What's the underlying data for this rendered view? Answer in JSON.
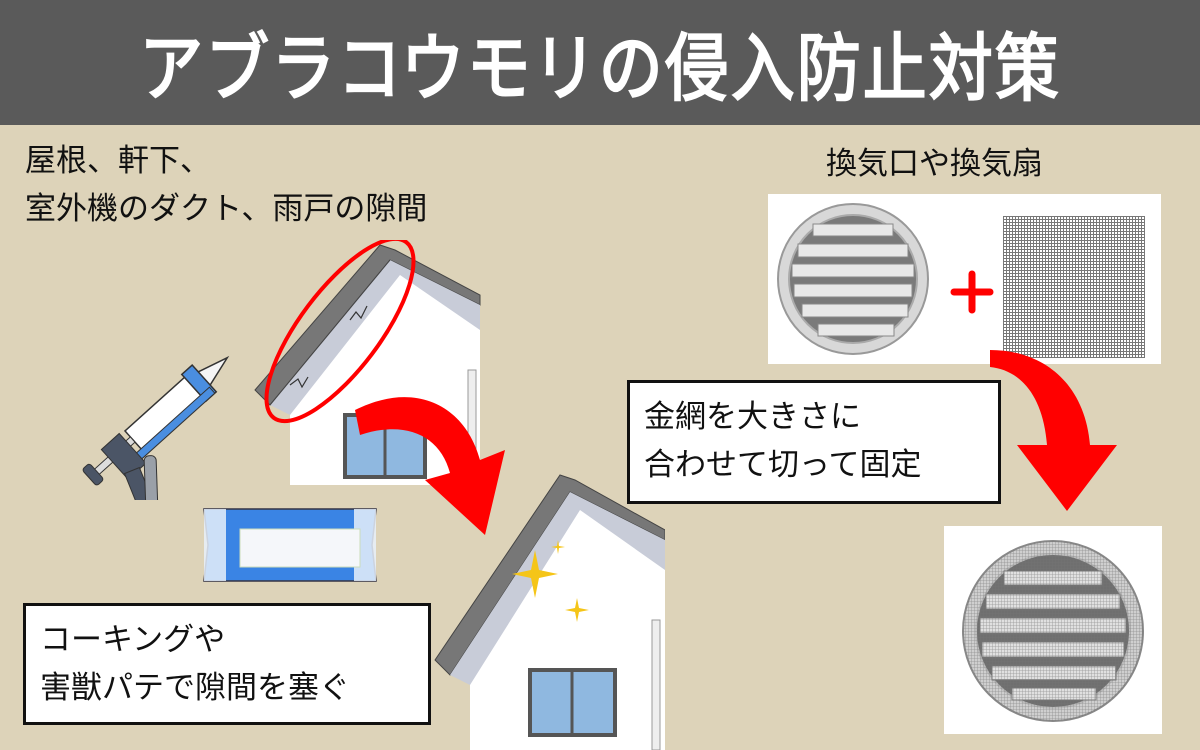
{
  "header": {
    "title": "アブラコウモリの侵入防止対策"
  },
  "left_section": {
    "caption_line1": "屋根、軒下、",
    "caption_line2": "室外機のダクト、雨戸の隙間",
    "callout_line1": "コーキングや",
    "callout_line2": "害獣パテで隙間を塞ぐ",
    "illustrations": [
      "caulking-gun",
      "pest-putty-pack",
      "house-eaves-cracked",
      "house-eaves-repaired"
    ]
  },
  "right_section": {
    "caption": "換気口や換気扇",
    "plus_symbol": "+",
    "callout_line1": "金網を大きさに",
    "callout_line2": "合わせて切って固定",
    "illustrations": [
      "round-vent-louver",
      "wire-mesh",
      "vent-with-mesh"
    ]
  },
  "colors": {
    "background": "#ddd3b9",
    "header_bg": "#5a5a5a",
    "accent_red": "#ff0000",
    "sparkle": "#f5c518"
  }
}
